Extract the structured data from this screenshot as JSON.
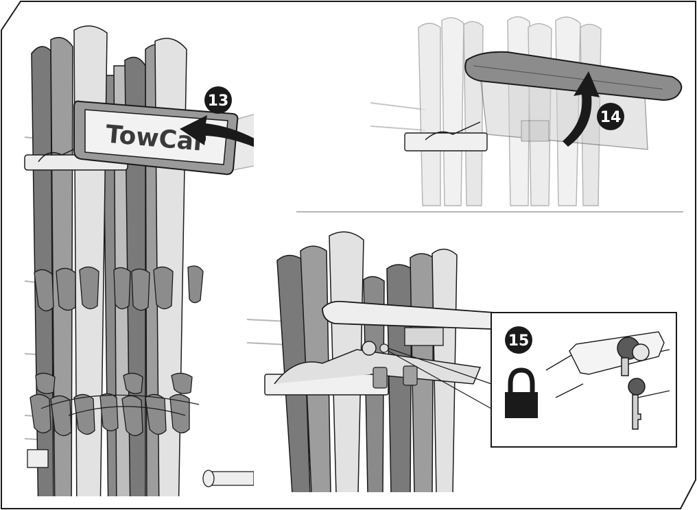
{
  "steps": [
    {
      "number": "13"
    },
    {
      "number": "14"
    },
    {
      "number": "15"
    }
  ],
  "brand": {
    "logo_text": "TowCar"
  },
  "icons": [
    "lock-icon",
    "key-icon",
    "arrow-icon"
  ],
  "colors": {
    "outline": "#1a1a1a",
    "ski_dark": "#7a7a7a",
    "ski_mid": "#9d9d9d",
    "ski_light": "#d9d9d9",
    "badge": "#1a1a1a"
  }
}
